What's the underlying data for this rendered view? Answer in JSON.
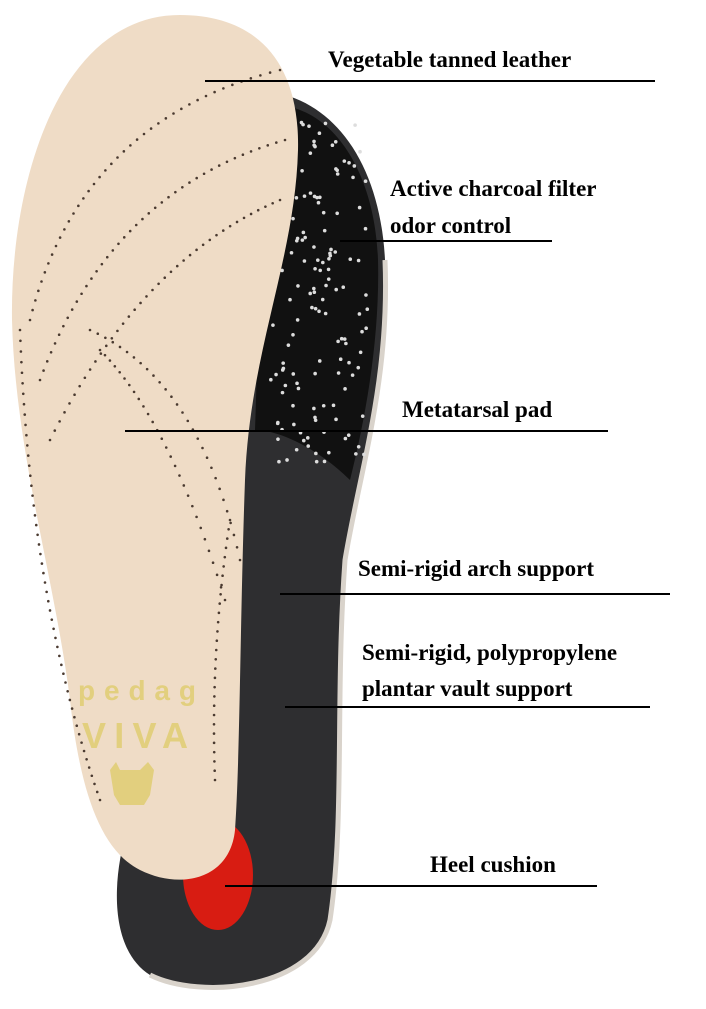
{
  "logo": {
    "brand": "pedag",
    "model": "VIVA"
  },
  "labels": [
    {
      "lines": [
        "Vegetable tanned leather"
      ]
    },
    {
      "lines": [
        "Active charcoal filter",
        "odor control"
      ]
    },
    {
      "lines": [
        "Metatarsal pad"
      ]
    },
    {
      "lines": [
        "Semi-rigid arch support"
      ]
    },
    {
      "lines": [
        "Semi-rigid, polypropylene",
        "plantar vault support"
      ]
    },
    {
      "lines": [
        "Heel cushion"
      ]
    }
  ],
  "colors": {
    "leather": "#efdcc6",
    "shell": "#2e2e30",
    "charcoal": "#111111",
    "heel": "#d81c12",
    "logo": "#e2cf7e"
  }
}
